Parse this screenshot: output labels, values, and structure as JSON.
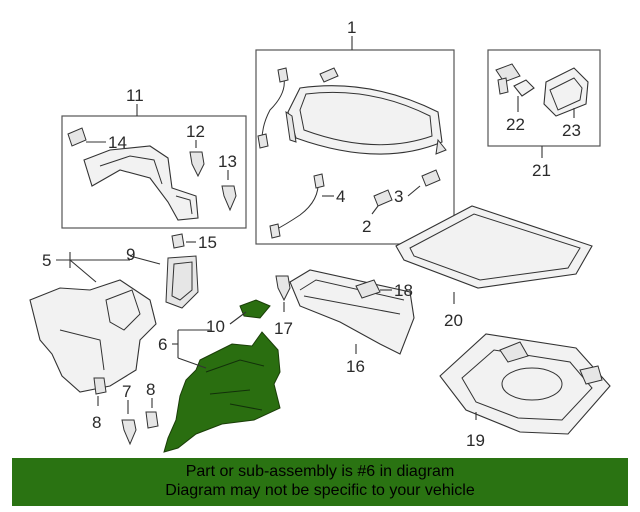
{
  "callouts": {
    "c1": "1",
    "c2": "2",
    "c3": "3",
    "c4": "4",
    "c5": "5",
    "c6": "6",
    "c7": "7",
    "c8a": "8",
    "c8b": "8",
    "c9": "9",
    "c10": "10",
    "c11": "11",
    "c12": "12",
    "c13": "13",
    "c14": "14",
    "c15": "15",
    "c16": "16",
    "c17": "17",
    "c18": "18",
    "c19": "19",
    "c20": "20",
    "c21": "21",
    "c22": "22",
    "c23": "23"
  },
  "banner": {
    "line1": "Part or sub-assembly is #6 in diagram",
    "line2": "Diagram may not be specific to your vehicle"
  },
  "colors": {
    "highlight": "#2a6e10",
    "banner": "#2a7312"
  }
}
